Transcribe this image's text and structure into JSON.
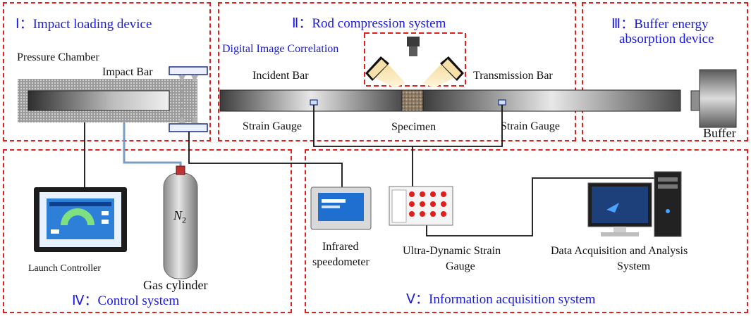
{
  "regions": {
    "impact": {
      "title": "Ⅰ：Impact loading device"
    },
    "rod": {
      "title": "Ⅱ：Rod compression system"
    },
    "buffer": {
      "title_line1": "Ⅲ：Buffer energy",
      "title_line2": "absorption device"
    },
    "control": {
      "title": "Ⅳ：Control system"
    },
    "info": {
      "title": "Ⅴ：Information acquisition system"
    }
  },
  "labels": {
    "pressure_chamber": "Pressure Chamber",
    "impact_bar": "Impact Bar",
    "dic": "Digital Image Correlation",
    "incident_bar": "Incident Bar",
    "transmission_bar": "Transmission Bar",
    "strain_gauge_left": "Strain Gauge",
    "strain_gauge_right": "Strain Gauge",
    "specimen": "Specimen",
    "buffer": "Buffer",
    "n2_symbol": "N",
    "n2_subscript": "2",
    "launch_controller": "Launch Controller",
    "gas_cylinder": "Gas cylinder",
    "infrared_line1": "Infrared",
    "infrared_line2": "speedometer",
    "ultra_line1": "Ultra-Dynamic Strain",
    "ultra_line2": "Gauge",
    "daq_line1": "Data Acquisition and Analysis",
    "daq_line2": "System"
  },
  "colors": {
    "region_border": "#e0201f",
    "title_text": "#1a1adf",
    "bar_dark": "#4a4a4a",
    "bar_light": "#d8d8d8",
    "wire": "#1a1a1a",
    "screen_blue": "#1f6fd0"
  }
}
